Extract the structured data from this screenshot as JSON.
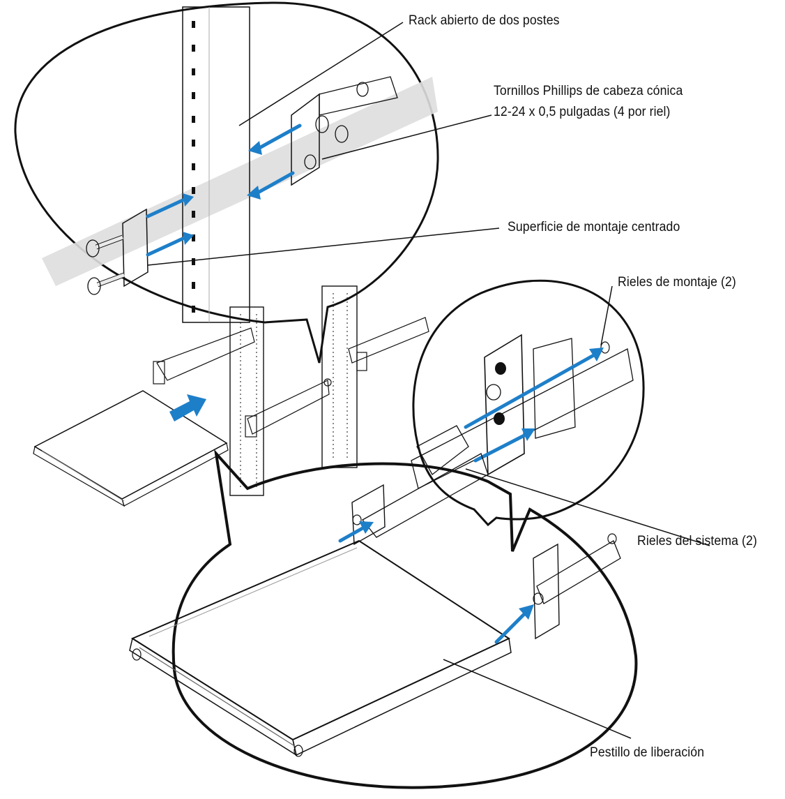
{
  "labels": {
    "rack": "Rack abierto de dos postes",
    "screws_line1": "Tornillos Phillips de cabeza cónica",
    "screws_line2": "12-24 x 0,5 pulgadas (4 por riel)",
    "mount_surface": "Superficie de montaje centrado",
    "mount_rails": "Rieles de montaje (2)",
    "system_rails": "Rieles del sistema (2)",
    "release_latch": "Pestillo de liberación"
  },
  "colors": {
    "arrow": "#1e7fc9",
    "outline": "#111111",
    "metal_light": "#efefef",
    "metal_mid": "#d4d4d4",
    "metal_dark": "#9a9a9a"
  }
}
